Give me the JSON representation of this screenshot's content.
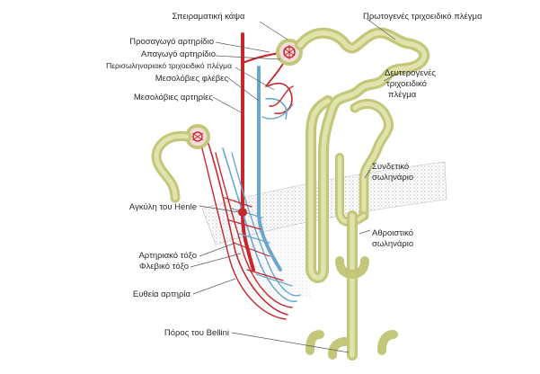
{
  "labels": {
    "glomerulus": "Σπειραματική κάψα",
    "afferent": "Προσαγωγό αρτηρίδιο",
    "efferent": "Απαγωγό αρτηρίδιο",
    "peritubular": "Περισωληναριακό τριχοειδικό πλέγμα",
    "interlobular_veins": "Μεσολόβιες φλέβες",
    "interlobular_arteries": "Μεσολόβιες αρτηρίες",
    "henle": "Αγκύλη του Henle",
    "arcuate_artery": "Αρτηριακό τόξο",
    "arcuate_vein": "Φλεβικό τόξο",
    "straight_artery": "Ευθεία αρτηρία",
    "bellini": "Πόρος του Bellini",
    "primary_plexus": "Πρωτογενές τριχοειδικό πλέγμα",
    "secondary_plexus": [
      "Δευτερογενές",
      "τριχοειδικό",
      "πλέγμα"
    ],
    "connecting_tubule": [
      "Συνδετικό",
      "σωληνάριο"
    ],
    "collecting_tubule": [
      "Αθροιστικό",
      "σωληνάριο"
    ]
  },
  "colors": {
    "tubule": "#c3c77a",
    "artery": "#c8272e",
    "vein": "#6aa7c9"
  }
}
